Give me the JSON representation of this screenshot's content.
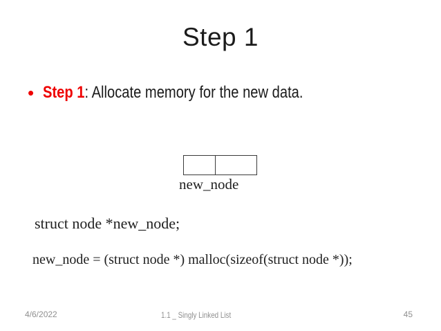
{
  "slide": {
    "title": "Step 1",
    "bullet": {
      "marker": "•",
      "highlight": "Step 1",
      "rest": ": Allocate memory for the new data."
    },
    "diagram": {
      "label": "new_node"
    },
    "code": {
      "line1": "struct node *new_node;",
      "line2": "new_node = (struct node *) malloc(sizeof(struct node *));"
    },
    "footer": {
      "date": "4/6/2022",
      "center": "1.1 _ Singly Linked List",
      "page": "45"
    },
    "colors": {
      "accent_red": "#ee0000",
      "text_black": "#1b1b1b",
      "footer_gray": "#8f8f8f"
    }
  }
}
